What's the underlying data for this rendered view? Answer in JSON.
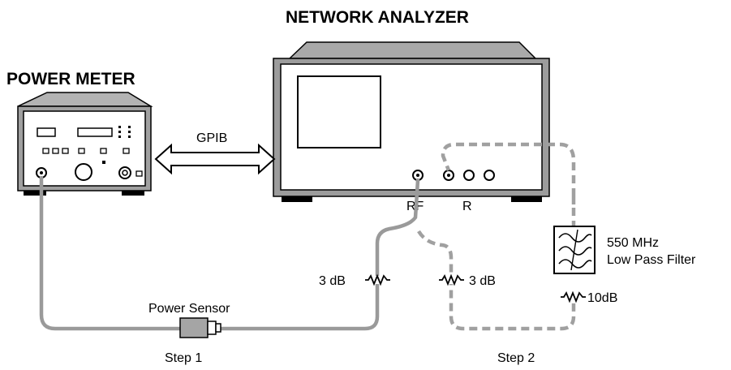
{
  "devices": {
    "network_analyzer": {
      "title": "NETWORK ANALYZER",
      "port_rf_label": "RF",
      "port_r_label": "R"
    },
    "power_meter": {
      "title": "POWER METER"
    }
  },
  "connections": {
    "gpib_label": "GPIB",
    "sensor_label": "Power Sensor",
    "attenuator_step1": "3 dB",
    "attenuator_step2": "3 dB",
    "attenuator_r": "10dB",
    "filter_label_line1": "550 MHz",
    "filter_label_line2": "Low Pass Filter"
  },
  "steps": {
    "step1": "Step 1",
    "step2": "Step 2"
  },
  "colors": {
    "cable_step1": "#9a9a9a",
    "cable_step2": "#a0a0a0",
    "instrument_top": "#aaaaaa",
    "instrument_outline": "#000000"
  }
}
